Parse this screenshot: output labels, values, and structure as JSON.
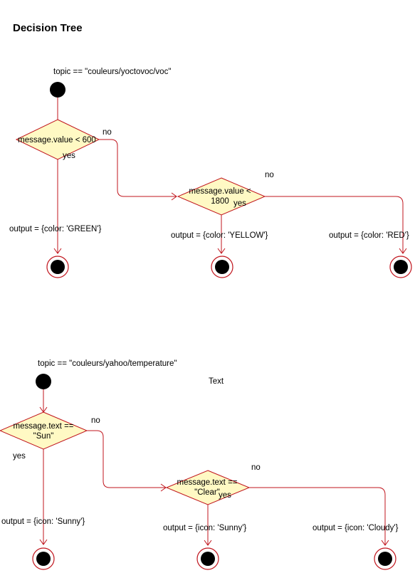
{
  "title": "Decision Tree",
  "tree1": {
    "topic": "topic == \"couleurs/yoctovoc/voc\"",
    "decision1": {
      "line1": "message.value < 600",
      "line2": ""
    },
    "decision2": {
      "line1": "message.value <",
      "line2": "1800"
    },
    "no1": "no",
    "yes1": "yes",
    "no2": "no",
    "yes2": "yes",
    "out1": "output = {color: 'GREEN'}",
    "out2": "output = {color: 'YELLOW'}",
    "out3": "output = {color: 'RED'}"
  },
  "tree2": {
    "topic": "topic == \"couleurs/yahoo/temperature\"",
    "free_text": "Text",
    "decision1": {
      "line1": "message.text ==",
      "line2": "\"Sun\""
    },
    "decision2": {
      "line1": "message.text ==",
      "line2": "\"Clear\""
    },
    "no1": "no",
    "yes1": "yes",
    "no2": "no",
    "yes2": "yes",
    "out1": "output = {icon: 'Sunny'}",
    "out2": "output = {icon: 'Sunny'}",
    "out3": "output = {icon: 'Cloudy'}"
  },
  "colors": {
    "edge": "#c0141c",
    "decision_fill": "#fff9c4",
    "node": "#000000"
  }
}
